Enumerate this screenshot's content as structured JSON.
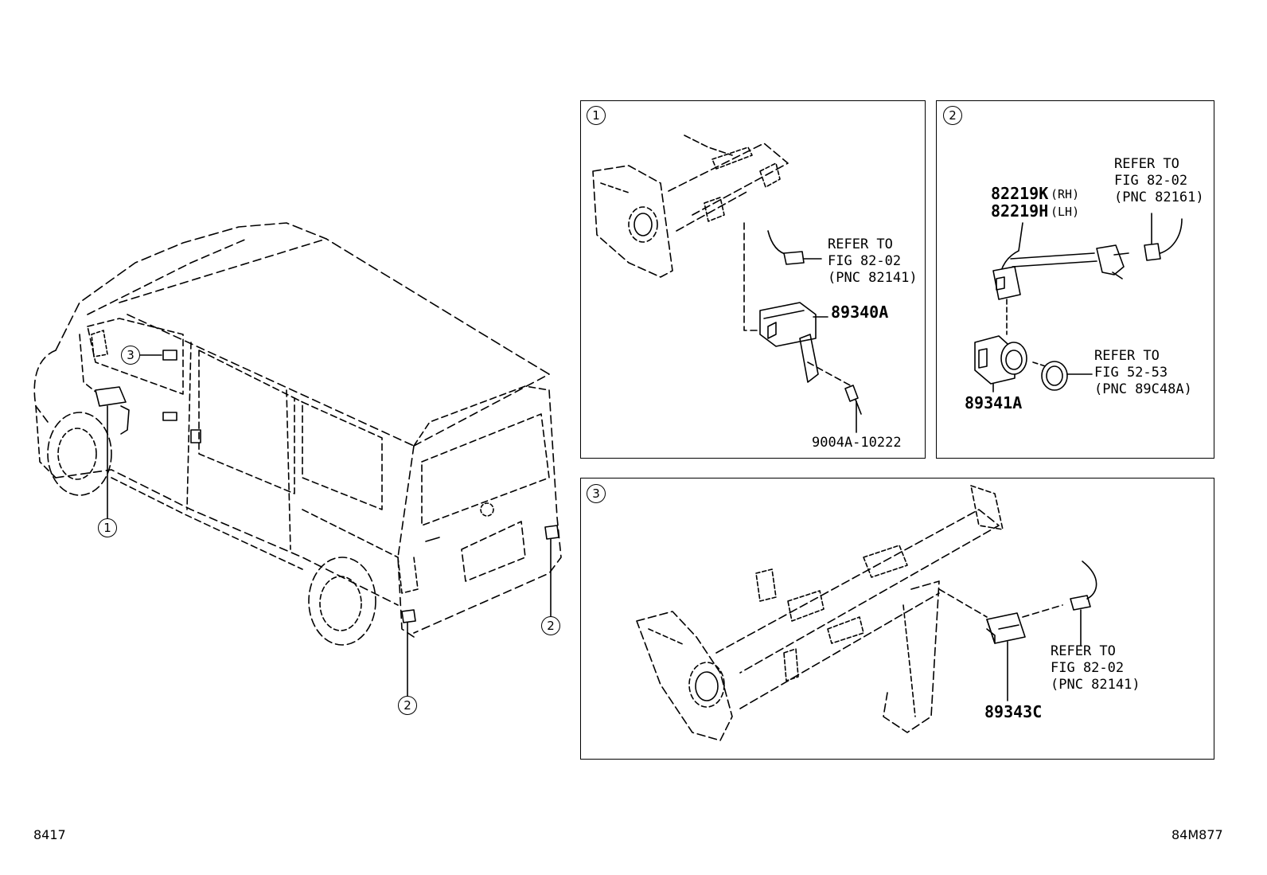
{
  "page": {
    "code_left": "8417",
    "code_right": "84M877"
  },
  "vehicle_callouts": {
    "c1": "1",
    "c2a": "2",
    "c2b": "2",
    "c3": "3"
  },
  "panel1": {
    "marker": "1",
    "ref_lines": [
      "REFER TO",
      "FIG 82-02",
      "(PNC 82141)"
    ],
    "part_a": "89340A",
    "part_b": "9004A-10222"
  },
  "panel2": {
    "marker": "2",
    "part_rh": "82219K",
    "suffix_rh": "(RH)",
    "part_lh": "82219H",
    "suffix_lh": "(LH)",
    "ref_top_lines": [
      "REFER TO",
      "FIG 82-02",
      "(PNC 82161)"
    ],
    "ref_bottom_lines": [
      "REFER TO",
      "FIG 52-53",
      "(PNC 89C48A)"
    ],
    "part_sensor": "89341A"
  },
  "panel3": {
    "marker": "3",
    "ref_lines": [
      "REFER TO",
      "FIG 82-02",
      "(PNC 82141)"
    ],
    "part": "89343C"
  }
}
